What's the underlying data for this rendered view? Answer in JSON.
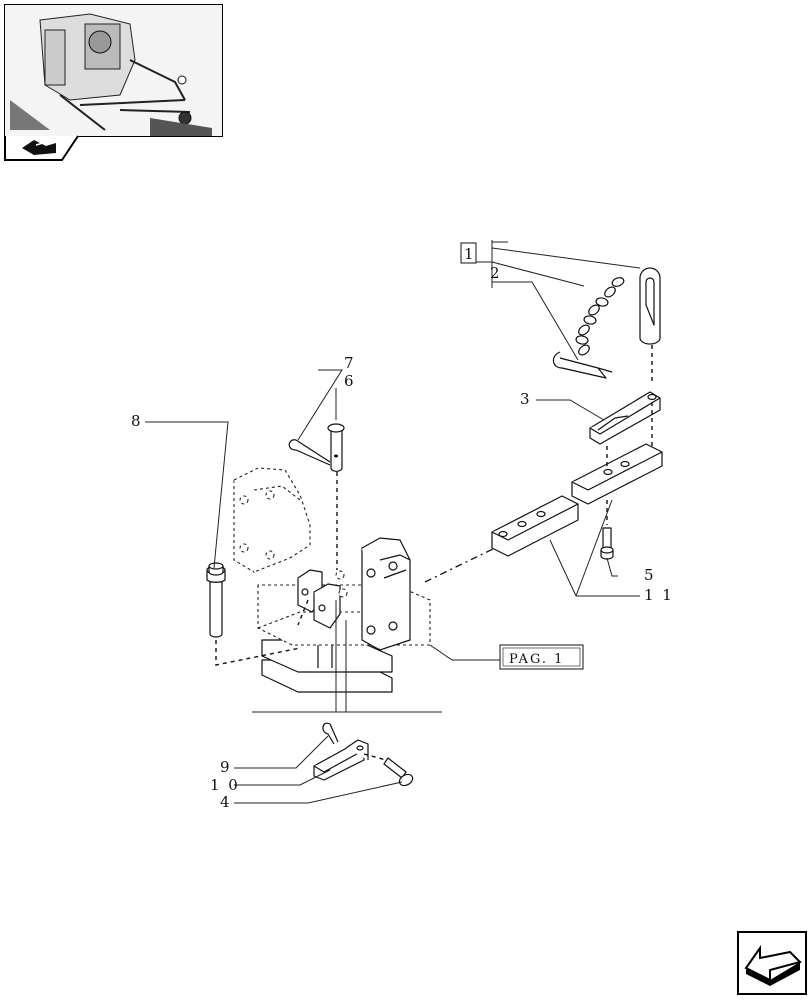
{
  "diagram": {
    "callouts": {
      "c1": "1",
      "c2": "2",
      "c3": "3",
      "c4": "4",
      "c5": "5",
      "c6": "6",
      "c7": "7",
      "c8": "8",
      "c9": "9",
      "c10": "1 0",
      "c11": "1 1"
    },
    "reference_box": "PAG. 1"
  },
  "icons": {
    "thumbnail": "tractor-rear-thumbnail-icon",
    "section": "section-book-icon",
    "navigation": "next-page-arrow-icon"
  }
}
